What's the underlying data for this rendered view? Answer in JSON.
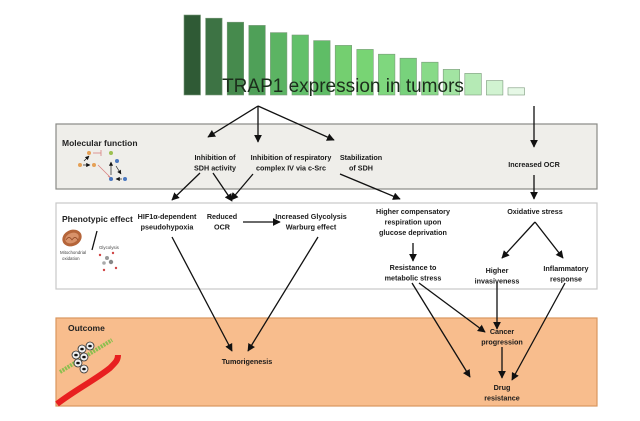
{
  "header": {
    "title": "TRAP1 expression in tumors",
    "bar_levels_relative": [
      1.0,
      0.96,
      0.91,
      0.87,
      0.78,
      0.75,
      0.68,
      0.62,
      0.57,
      0.51,
      0.46,
      0.41,
      0.32,
      0.27,
      0.18,
      0.09
    ],
    "bar_colors": [
      "#2f5a35",
      "#3d7344",
      "#468a4d",
      "#4fa058",
      "#5cb463",
      "#62c06a",
      "#5fbd66",
      "#74cf70",
      "#78d474",
      "#7fd77e",
      "#78d27c",
      "#88da88",
      "#a2e4a2",
      "#b5eab5",
      "#d1f3d1",
      "#e6f8e6"
    ]
  },
  "panels": {
    "molecular": {
      "title": "Molecular function",
      "fill": "#efeeea",
      "border": "#8a8a86",
      "nodes": {
        "sdh_inhibition": [
          "Inhibition of",
          "SDH activity"
        ],
        "complex_iv": [
          "Inhibition of respiratory",
          "complex IV via c-Src"
        ],
        "sdh_stabilization": [
          "Stabilization",
          "of SDH"
        ],
        "increased_ocr": [
          "Increased OCR"
        ]
      }
    },
    "phenotypic": {
      "title": "Phenotypic effect",
      "fill": "#ffffff",
      "border": "#c8c8c8",
      "icon_labels": {
        "mito": [
          "Mitochondrial",
          "oxidation"
        ],
        "glyco": "Glycolysis"
      },
      "nodes": {
        "hif1a": [
          "HIF1α-dependent",
          "pseudohypoxia"
        ],
        "reduced_ocr": [
          "Reduced",
          "OCR"
        ],
        "glycolysis": [
          "Increased Glycolysis",
          "Warburg effect"
        ],
        "compensatory": [
          "Higher compensatory",
          "respiration upon",
          "glucose deprivation"
        ],
        "oxidative": [
          "Oxidative stress"
        ],
        "metabolic_resistance": [
          "Resistance to",
          "metabolic stress"
        ],
        "invasiveness": [
          "Higher",
          "invasiveness"
        ],
        "inflammatory": [
          "Inflammatory",
          "response"
        ]
      }
    },
    "outcome": {
      "title": "Outcome",
      "fill": "#f8bd8d",
      "border": "#d9975f",
      "nodes": {
        "tumorigenesis": [
          "Tumorigenesis"
        ],
        "cancer_progression": [
          "Cancer",
          "progression"
        ],
        "drug_resistance": [
          "Drug",
          "resistance"
        ]
      }
    }
  }
}
